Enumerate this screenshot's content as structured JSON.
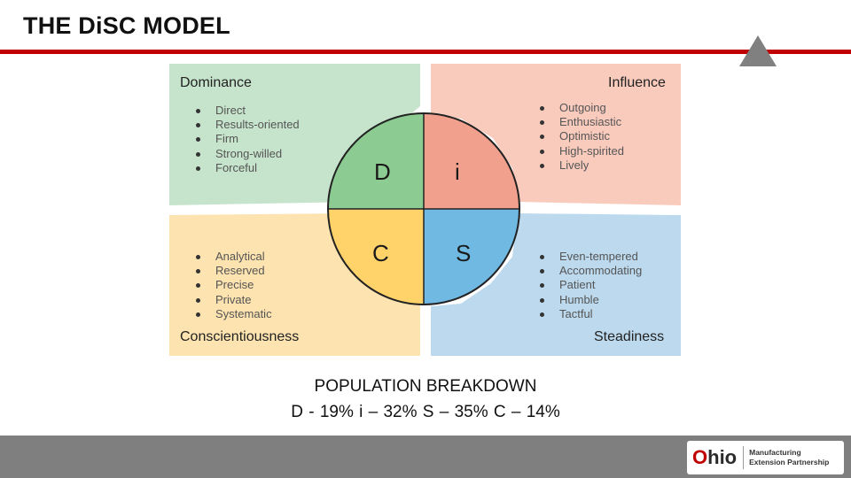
{
  "slide": {
    "title": "THE DiSC MODEL"
  },
  "colors": {
    "accent_rule": "#c00000",
    "triangle": "#808080",
    "footer": "#7f7f7f",
    "dominance_bg": "#c6e4cc",
    "influence_bg": "#f9cbbd",
    "conscientiousness_bg": "#fce3b0",
    "steadiness_bg": "#bcd9ee",
    "circle_d": "#8ccb92",
    "circle_i": "#f2a08e",
    "circle_c": "#ffd26a",
    "circle_s": "#6fb9e2"
  },
  "disc": {
    "dominance": {
      "title": "Dominance",
      "letter": "D",
      "traits": [
        "Direct",
        "Results-oriented",
        "Firm",
        "Strong-willed",
        "Forceful"
      ]
    },
    "influence": {
      "title": "Influence",
      "letter": "i",
      "traits": [
        "Outgoing",
        "Enthusiastic",
        "Optimistic",
        "High-spirited",
        "Lively"
      ]
    },
    "conscientiousness": {
      "title": "Conscientiousness",
      "letter": "C",
      "traits": [
        "Analytical",
        "Reserved",
        "Precise",
        "Private",
        "Systematic"
      ]
    },
    "steadiness": {
      "title": "Steadiness",
      "letter": "S",
      "traits": [
        "Even-tempered",
        "Accommodating",
        "Patient",
        "Humble",
        "Tactful"
      ]
    }
  },
  "population": {
    "title": "POPULATION BREAKDOWN",
    "values": "D - 19%  i – 32%  S – 35%  C – 14%"
  },
  "logo": {
    "o_letter": "O",
    "rest": "hio",
    "line1": "Manufacturing",
    "line2": "Extension Partnership"
  }
}
